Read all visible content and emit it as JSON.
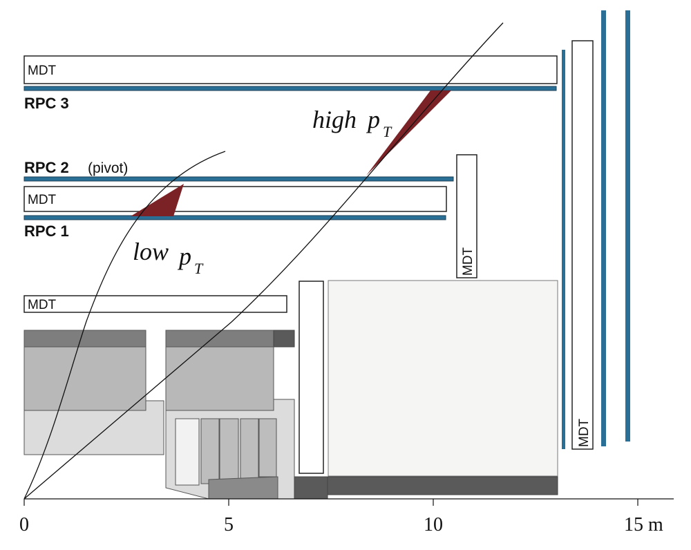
{
  "labels": {
    "mdt": "MDT",
    "rpc3": "RPC 3",
    "rpc2": "RPC 2",
    "pivot": "(pivot)",
    "rpc1": "RPC 1",
    "low": "low",
    "high": "high",
    "p": "p",
    "T": "T"
  },
  "axis": {
    "ticks": [
      "0",
      "5",
      "10",
      "15 m"
    ]
  },
  "colors": {
    "rpc": "#2a6f95",
    "trigger_region": "#7b2226",
    "dark_gray": "#5a5a5a",
    "mid_gray": "#b5b5b5",
    "light_gray": "#dcdcdc",
    "very_light_gray": "#f5f5f4"
  }
}
